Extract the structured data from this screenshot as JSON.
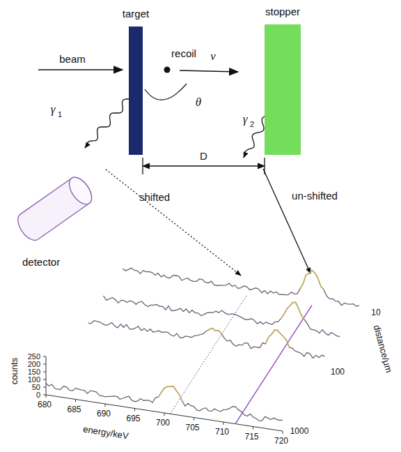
{
  "diagram": {
    "nodes": [
      {
        "text": [
          "target"
        ]
      },
      {
        "text": [
          "stopper"
        ]
      },
      {
        "text": [
          "detector"
        ]
      }
    ],
    "edges": [
      {
        "from": 0,
        "to": 1,
        "label": "D",
        "arrow": "both"
      }
    ],
    "labels": [
      "beam",
      "recoil",
      "v",
      "θ",
      "γ",
      "1",
      "γ",
      "2",
      "shifted",
      "un-shifted",
      "counts",
      "250",
      "200",
      "150",
      "100",
      "50",
      "0",
      "680",
      "685",
      "690",
      "695",
      "700",
      "705",
      "710",
      "715",
      "720",
      "energy/keV",
      "10",
      "100",
      "1000",
      "distance/μm"
    ]
  }
}
